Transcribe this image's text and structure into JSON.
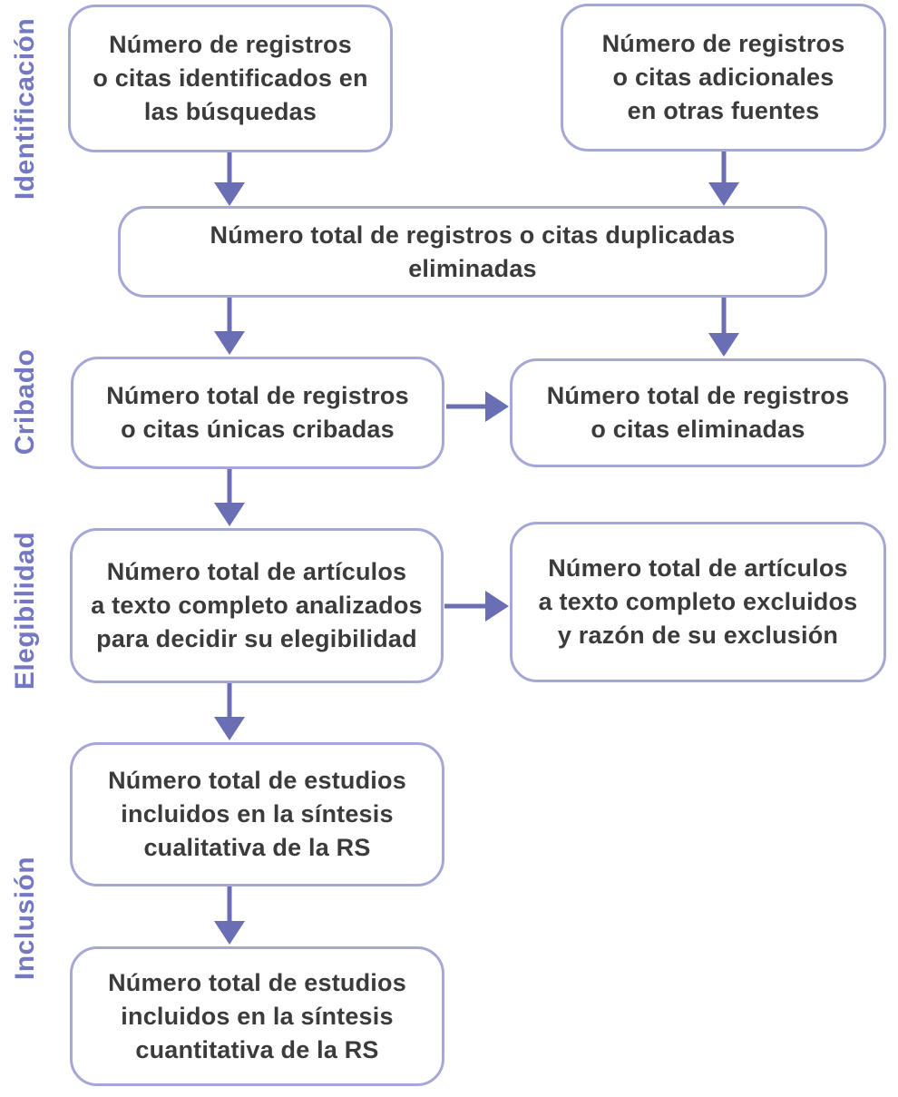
{
  "diagram": {
    "type": "flowchart",
    "subject": "systematic-review-prisma-flow",
    "language": "es",
    "colors": {
      "stage_label": "#7478c2",
      "arrow": "#6a6eb5",
      "box_border": "#a5a8d6",
      "box_text": "#3b3b3b",
      "background": "#ffffff"
    },
    "stages": [
      {
        "label": "Identificación"
      },
      {
        "label": "Cribado"
      },
      {
        "label": "Elegibilidad"
      },
      {
        "label": "Inclusión"
      }
    ],
    "boxes": {
      "identified": {
        "text": "Número de registros\no citas identificados en\nlas búsquedas"
      },
      "additional": {
        "text": "Número de registros\no citas adicionales\nen otras fuentes"
      },
      "duplicates": {
        "text": "Número total de registros o citas duplicadas\neliminadas"
      },
      "screened": {
        "text": "Número total de registros\no citas únicas cribadas"
      },
      "removed": {
        "text": "Número total de registros\no citas eliminadas"
      },
      "fulltext": {
        "text": "Número total de artículos\na texto completo analizados\npara decidir su elegibilidad"
      },
      "excluded": {
        "text": "Número total de artículos\na texto completo excluidos\ny razón de su exclusión"
      },
      "qualitative": {
        "text": "Número total de estudios\nincluidos en la síntesis\ncualitativa de la RS"
      },
      "quantitative": {
        "text": "Número total de estudios\nincluidos en la síntesis\ncuantitativa de la RS"
      }
    },
    "connections": [
      {
        "from": "identified",
        "to": "duplicates"
      },
      {
        "from": "additional",
        "to": "duplicates"
      },
      {
        "from": "duplicates",
        "to": "screened"
      },
      {
        "from": "duplicates",
        "to": "removed"
      },
      {
        "from": "screened",
        "to": "removed"
      },
      {
        "from": "screened",
        "to": "fulltext"
      },
      {
        "from": "fulltext",
        "to": "excluded"
      },
      {
        "from": "fulltext",
        "to": "qualitative"
      },
      {
        "from": "qualitative",
        "to": "quantitative"
      }
    ]
  }
}
